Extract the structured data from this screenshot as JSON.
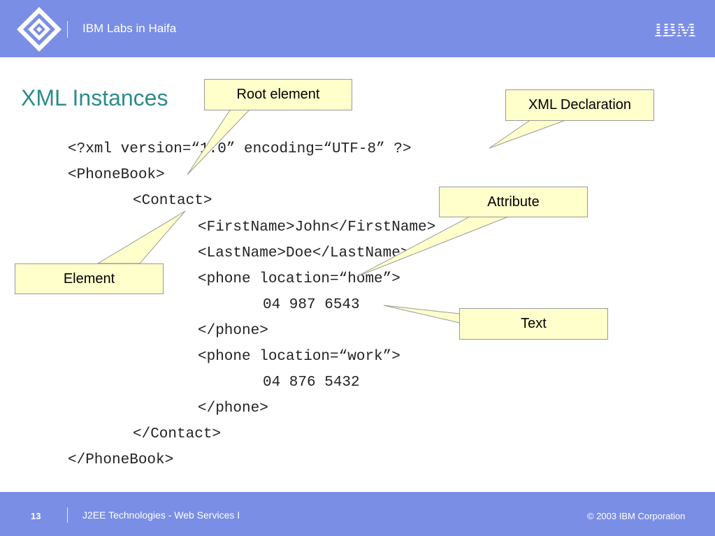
{
  "header": {
    "title": "IBM Labs in Haifa",
    "brand_logo_text": "IBM",
    "background_color": "#7b8ee6"
  },
  "slide": {
    "title": "XML Instances",
    "title_color": "#2e8b8b",
    "code_lines": [
      "<?xml version=“1.0” encoding=“UTF-8” ?>",
      "<PhoneBook>",
      "<Contact>",
      "<FirstName>John</FirstName>",
      "<LastName>Doe</LastName>",
      "<phone location=“home”>",
      "04 987 6543",
      "</phone>",
      "<phone location=“work”>",
      "04 876 5432",
      "</phone>",
      "</Contact>",
      "</PhoneBook>"
    ]
  },
  "callouts": {
    "root_element": "Root element",
    "xml_declaration": "XML Declaration",
    "attribute": "Attribute",
    "element": "Element",
    "text": "Text",
    "fill_color": "#ffffcc"
  },
  "footer": {
    "page_number": "13",
    "course": "J2EE Technologies - Web Services I",
    "copyright": "© 2003 IBM Corporation"
  }
}
